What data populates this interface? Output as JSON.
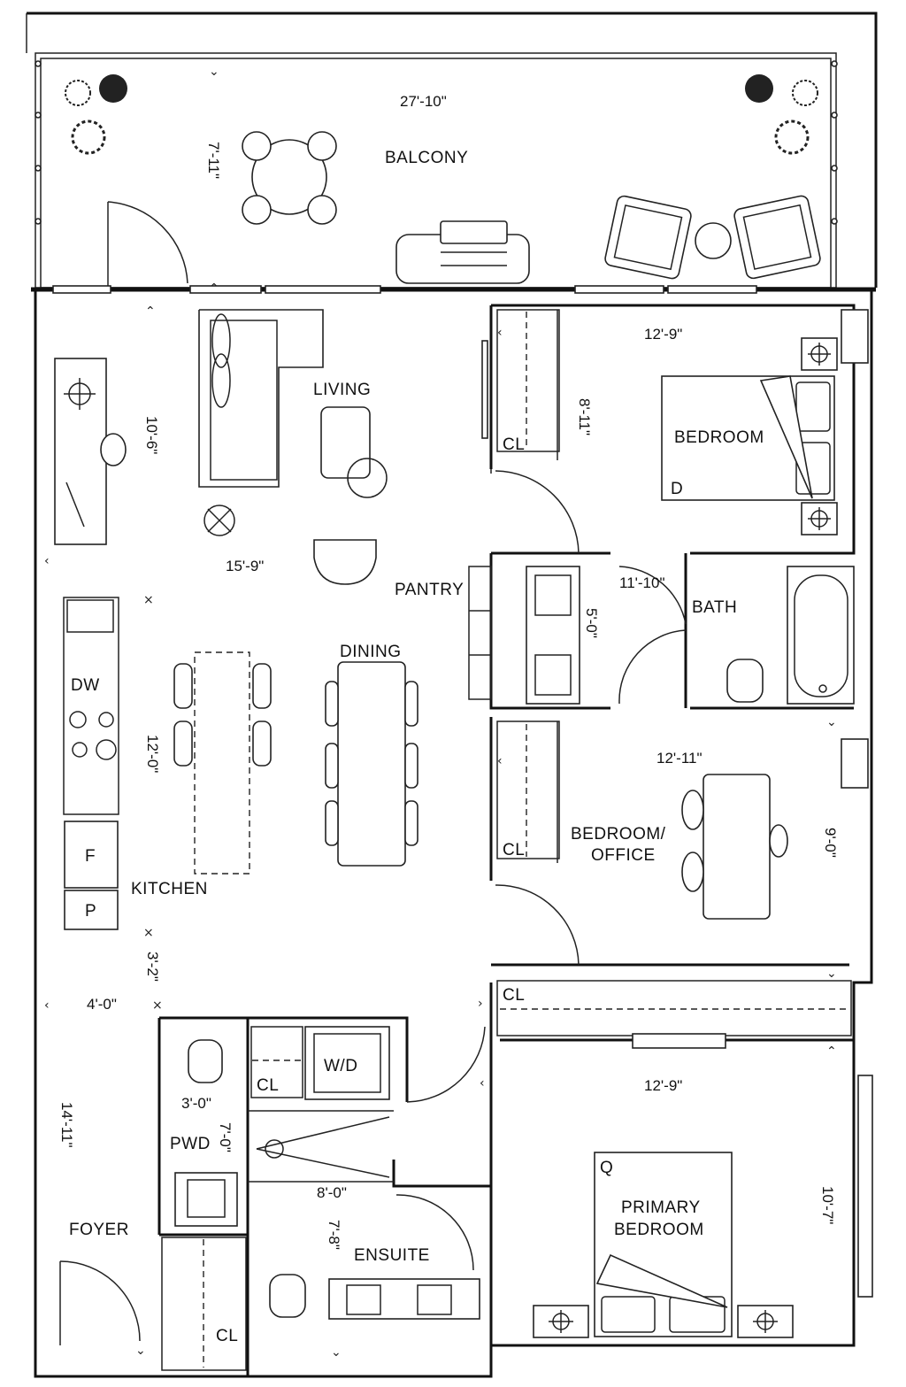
{
  "rooms": {
    "balcony": "BALCONY",
    "living": "LIVING",
    "bedroom": "BEDROOM",
    "pantry": "PANTRY",
    "dining": "DINING",
    "bath": "BATH",
    "bedroom_office_1": "BEDROOM/",
    "bedroom_office_2": "OFFICE",
    "kitchen": "KITCHEN",
    "pwd": "PWD",
    "foyer": "FOYER",
    "ensuite": "ENSUITE",
    "primary_1": "PRIMARY",
    "primary_2": "BEDROOM"
  },
  "dimensions": {
    "balcony_w": "27'-10\"",
    "balcony_d": "7'-11\"",
    "bedroom_w": "12'-9\"",
    "bedroom_d": "8'-11\"",
    "living_d": "10'-6\"",
    "living_w": "15'-9\"",
    "bath_w": "11'-10\"",
    "bath_d": "5'-0\"",
    "kitchen_d": "12'-0\"",
    "office_w": "12'-11\"",
    "office_d": "9'-0\"",
    "hall_d": "3'-2\"",
    "hall_w": "4'-0\"",
    "foyer_d": "14'-11\"",
    "pwd_w": "3'-0\"",
    "pwd_d": "7'-0\"",
    "primary_w": "12'-9\"",
    "primary_d": "10'-7\"",
    "ensuite_w": "8'-0\"",
    "ensuite_d": "7'-8\""
  },
  "tags": {
    "cl": "CL",
    "dw": "DW",
    "wd": "W/D",
    "fridge": "F",
    "pantry_box": "P",
    "bed_d": "D",
    "bed_q": "Q"
  }
}
